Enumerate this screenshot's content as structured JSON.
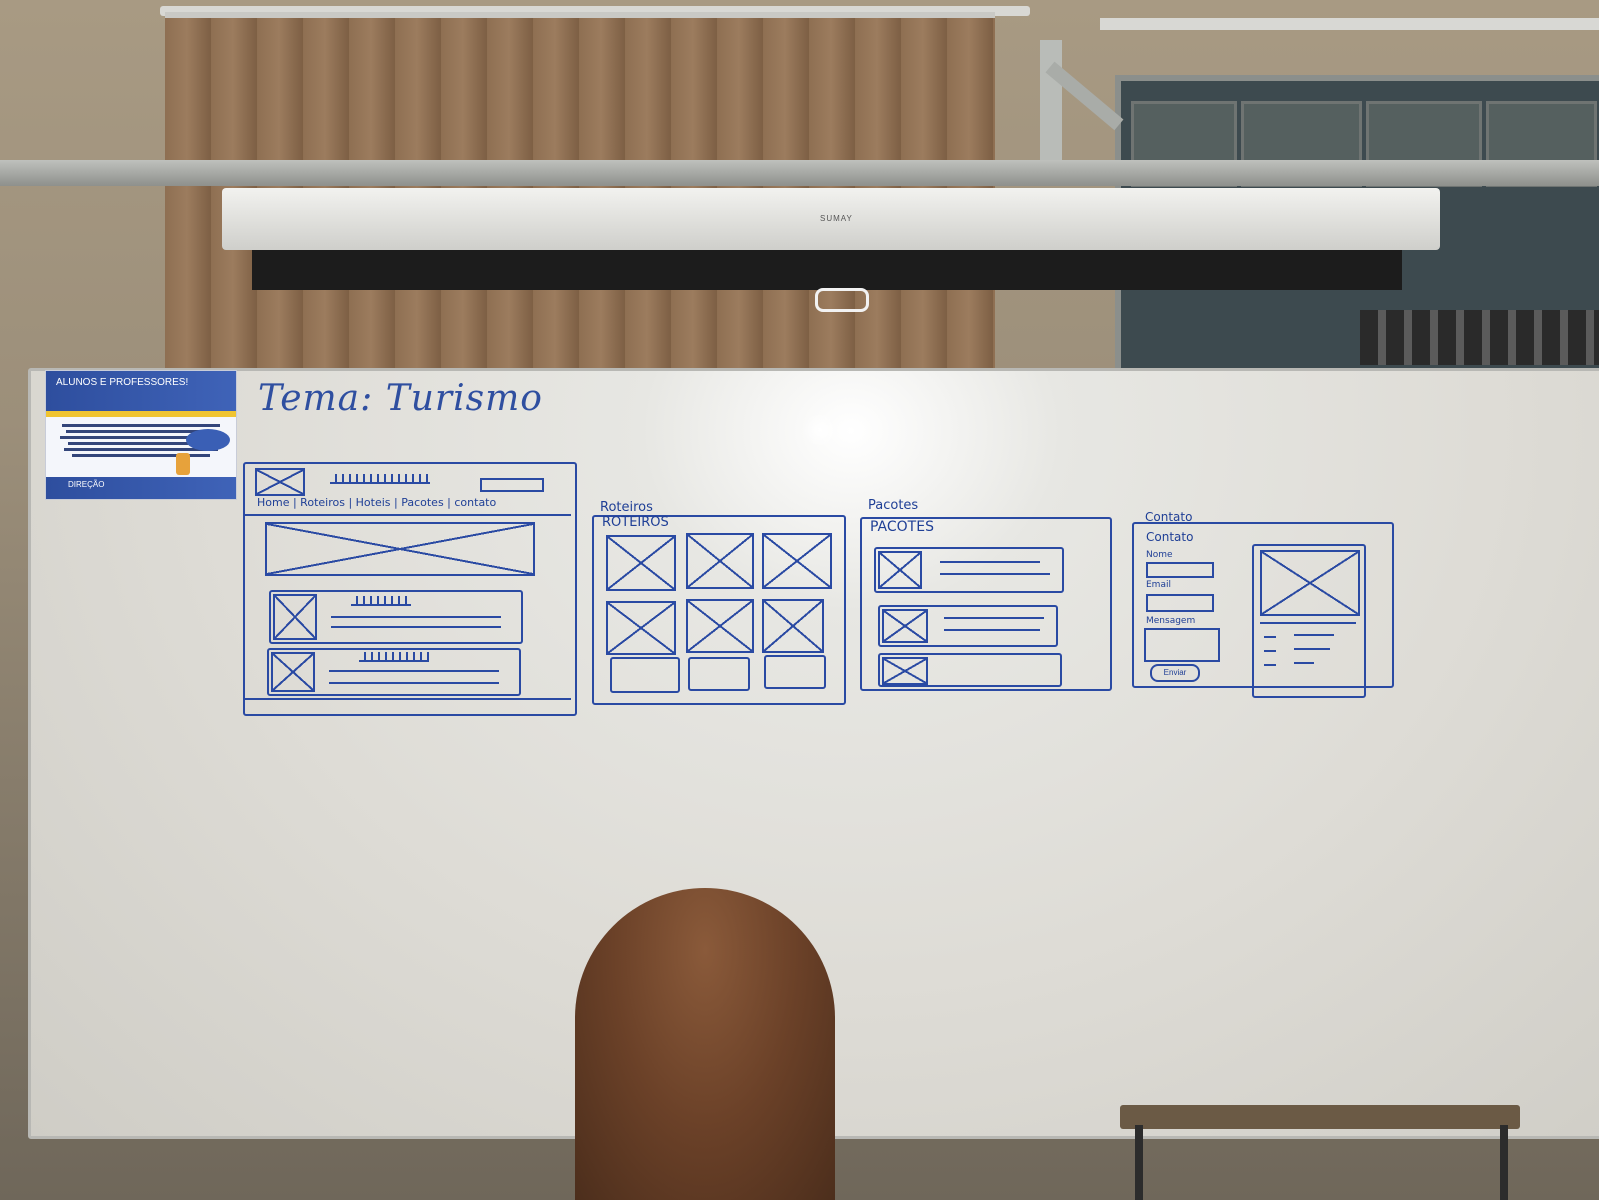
{
  "board": {
    "title": "Tema: Turismo"
  },
  "poster": {
    "heading": "ALUNOS E PROFESSORES!",
    "footer": "DIREÇÃO"
  },
  "wireframes": {
    "home": {
      "nav_label": "Home | Roteiros | Hoteis | Pacotes | contato"
    },
    "roteiros": {
      "heading_small": "Roteiros",
      "heading": "ROTEIROS"
    },
    "pacotes": {
      "heading_small": "Pacotes",
      "heading": "PACOTES"
    },
    "contato": {
      "heading_small": "Contato",
      "heading": "Contato",
      "field_name": "Nome",
      "field_email": "Email",
      "field_message": "Mensagem",
      "submit": "Enviar"
    }
  },
  "screen": {
    "brand": "SUMAY"
  }
}
